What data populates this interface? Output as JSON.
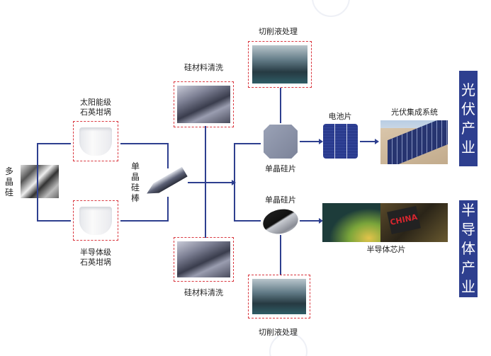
{
  "poly_silicon": "多晶硅",
  "crucible_solar": [
    "太阳能级",
    "石英坩埚"
  ],
  "crucible_semi": [
    "半导体级",
    "石英坩埚"
  ],
  "ingot": "单晶硅棒",
  "cleaning_top": "硅材料清洗",
  "cleaning_bottom": "硅材料清洗",
  "cutting_fluid_top": "切削液处理",
  "cutting_fluid_bottom": "切削液处理",
  "wafer_pv": "单晶硅片",
  "solar_cell": "电池片",
  "pv_system": "光伏集成系统",
  "wafer_semi": "单晶硅片",
  "semi_chip": "半导体芯片",
  "chip_marking": "CHINA",
  "industry_pv": "光伏产业",
  "industry_semi": "半导体产业",
  "colors": {
    "line": "#2e3f8f",
    "dash": "#d9363e",
    "industry_bg": "#2e3f8f"
  }
}
